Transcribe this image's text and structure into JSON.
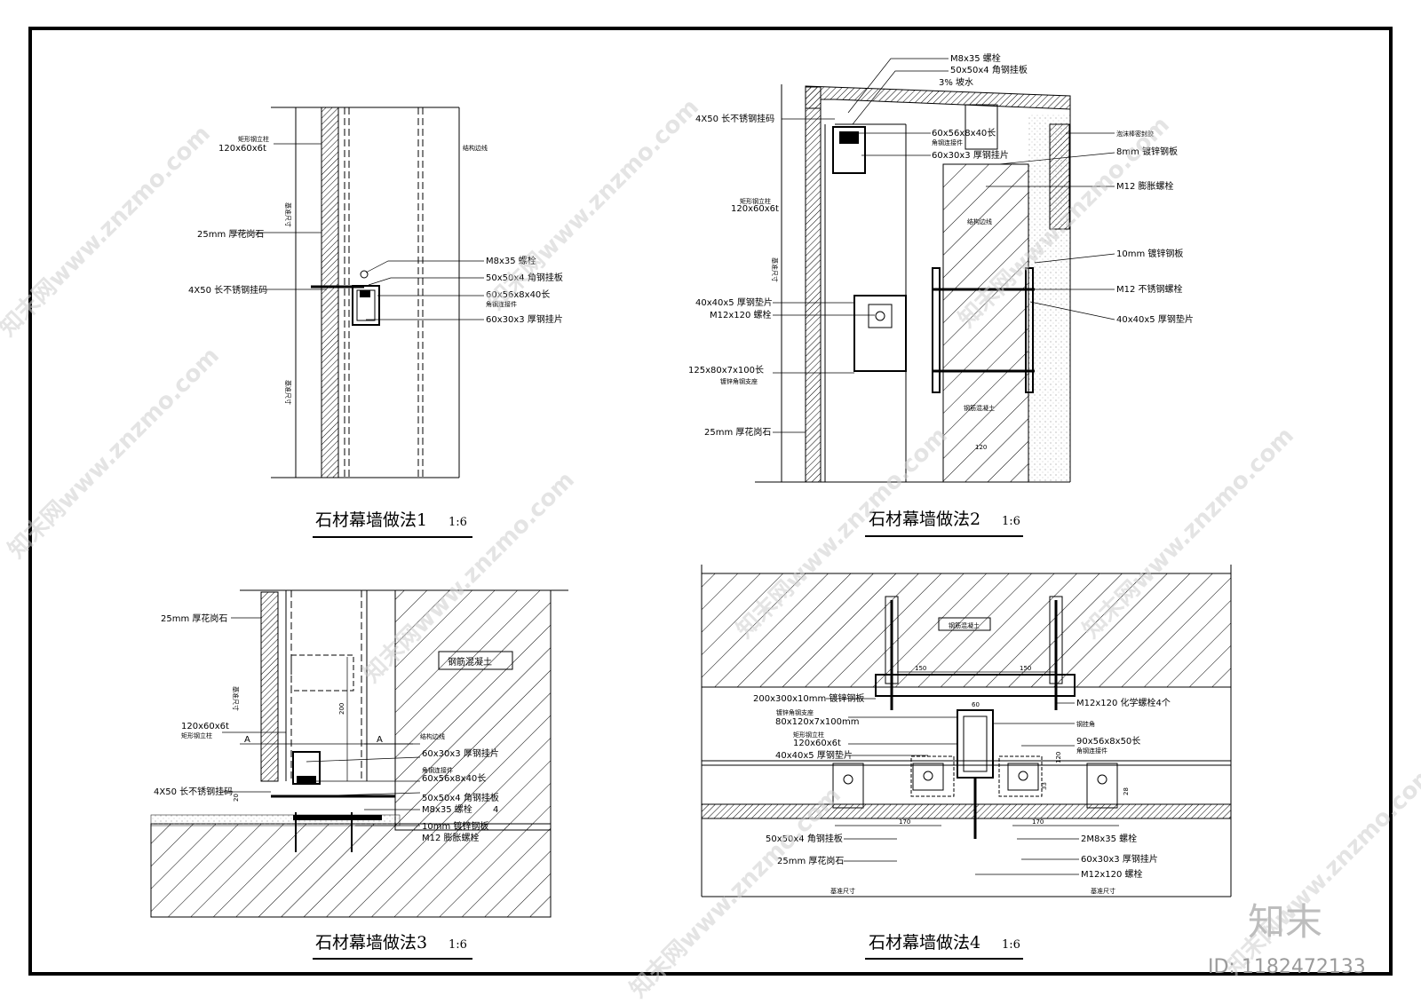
{
  "details": [
    {
      "title": "石材幕墙做法1",
      "scale": "1:6",
      "labels": [
        "矩形钢立柱",
        "120x60x6t",
        "25mm 厚花岗石",
        "4X50 长不锈钢挂码",
        "M8x35 螺栓",
        "50x50x4 角钢挂板",
        "60x56x8x40长",
        "角钢连接件",
        "60x30x3 厚钢挂片",
        "结构边线",
        "基准尺寸",
        "基准尺寸"
      ]
    },
    {
      "title": "石材幕墙做法2",
      "scale": "1:6",
      "labels": [
        "M8x35 螺栓",
        "50x50x4 角钢挂板",
        "3% 坡水",
        "4X50 长不锈钢挂码",
        "60x56x8x40长",
        "角钢连接件",
        "60x30x3 厚钢挂片",
        "泡沫棒密封胶",
        "8mm 镀锌钢板",
        "M12 膨胀螺栓",
        "矩形钢立柱",
        "120x60x6t",
        "结构边线",
        "基准尺寸",
        "10mm 镀锌钢板",
        "40x40x5 厚钢垫片",
        "M12x120 螺栓",
        "M12 不锈钢螺栓",
        "40x40x5 厚钢垫片",
        "125x80x7x100长",
        "镀锌角钢支座",
        "钢筋混凝土",
        "25mm 厚花岗石",
        "120"
      ]
    },
    {
      "title": "石材幕墙做法3",
      "scale": "1:6",
      "labels": [
        "25mm 厚花岗石",
        "钢筋混凝土",
        "基准尺寸",
        "120x60x6t",
        "矩形钢立柱",
        "A",
        "A",
        "200",
        "结构边线",
        "60x30x3 厚钢挂片",
        "60x56x8x40长",
        "角钢连接件",
        "4X50 长不锈钢挂码",
        "50x50x4 角钢挂板",
        "M8x35 螺栓",
        "4",
        "10mm 镀锌钢板",
        "M12 膨胀螺栓",
        "20"
      ]
    },
    {
      "title": "石材幕墙做法4",
      "scale": "1:6",
      "labels": [
        "钢筋混凝土",
        "150",
        "150",
        "200x300x10mm 镀锌钢板",
        "M12x120 化学螺栓4个",
        "镀锌角钢支座",
        "80x120x7x100mm",
        "矩形钢立柱",
        "120x60x6t",
        "40x40x5 厚钢垫片",
        "90x56x8x50长",
        "角钢连接件",
        "钢挂角",
        "50x50x4 角钢挂板",
        "25mm 厚花岗石",
        "170",
        "170",
        "2M8x35 螺栓",
        "60x30x3 厚钢挂片",
        "M12x120 螺栓",
        "基准尺寸",
        "基准尺寸",
        "120",
        "60",
        "33",
        "28"
      ]
    }
  ],
  "watermark": {
    "text": "知末网www.znzmo.com",
    "logo": "知末",
    "id": "ID: 1182472133"
  }
}
